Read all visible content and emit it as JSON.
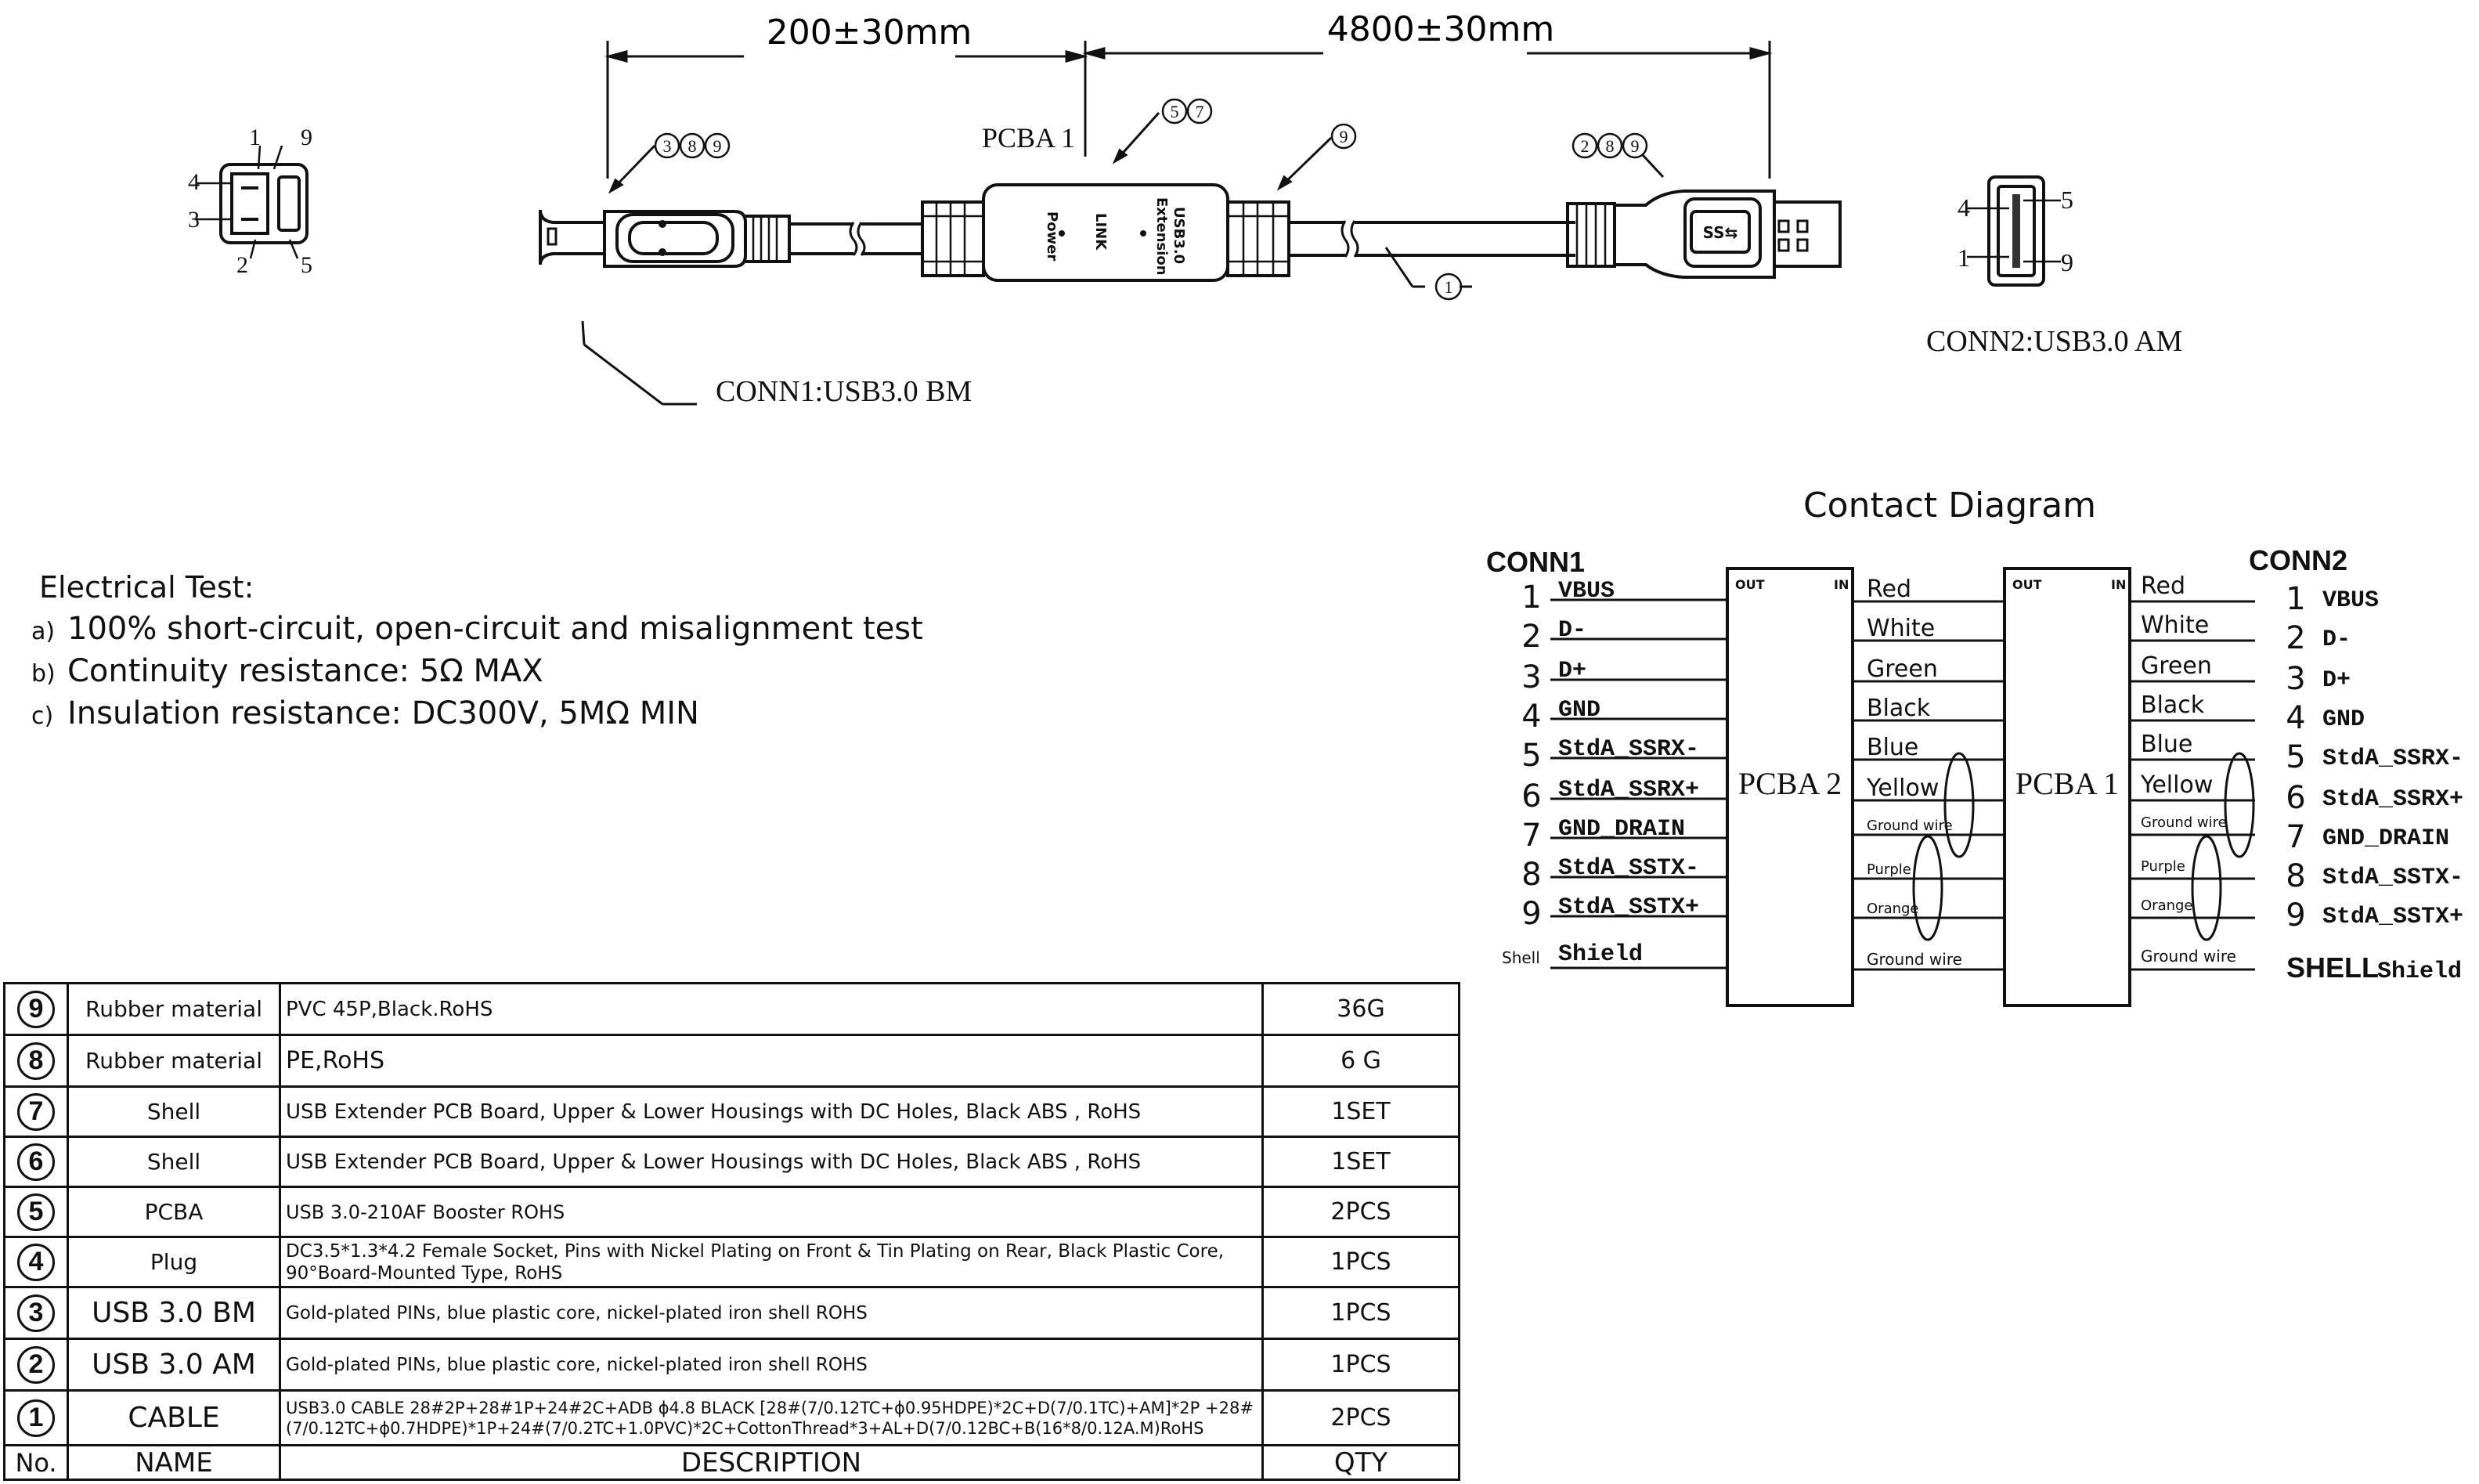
{
  "dimensions": {
    "length_1": "200±30mm",
    "length_2": "4800±30mm"
  },
  "cable_drawing": {
    "pcba_label": "PCBA 1",
    "box_text": [
      "USB3.0",
      "Extension",
      "LINK",
      "Power"
    ],
    "callouts": {
      "conn1_end": [
        "3",
        "8",
        "9"
      ],
      "pcba": [
        "5",
        "7"
      ],
      "boot": [
        "9"
      ],
      "conn2_end": [
        "2",
        "8",
        "9"
      ],
      "cable": [
        "1"
      ]
    },
    "conn1_label": "CONN1:USB3.0 BM",
    "conn2_label": "CONN2:USB3.0 AM",
    "bm_pins": [
      "1",
      "9",
      "4",
      "3",
      "2",
      "5"
    ],
    "am_pins": [
      "4",
      "5",
      "1",
      "9"
    ]
  },
  "electrical_test": {
    "title": "Electrical Test:",
    "items": [
      {
        "letter": "a)",
        "text": "100% short-circuit, open-circuit and misalignment test"
      },
      {
        "letter": "b)",
        "text": "Continuity resistance: 5Ω MAX"
      },
      {
        "letter": "c)",
        "text": "Insulation resistance: DC300V, 5MΩ MIN"
      }
    ]
  },
  "contact_diagram": {
    "title": "Contact Diagram",
    "conn1": "CONN1",
    "conn2": "CONN2",
    "pcba2": "PCBA 2",
    "pcba1": "PCBA 1",
    "out_label": "OUT",
    "in_label": "IN",
    "left_pins": [
      {
        "num": "1",
        "name": "VBUS"
      },
      {
        "num": "2",
        "name": "D-"
      },
      {
        "num": "3",
        "name": "D+"
      },
      {
        "num": "4",
        "name": "GND"
      },
      {
        "num": "5",
        "name": "StdA_SSRX-"
      },
      {
        "num": "6",
        "name": "StdA_SSRX+"
      },
      {
        "num": "7",
        "name": "GND_DRAIN"
      },
      {
        "num": "8",
        "name": "StdA_SSTX-"
      },
      {
        "num": "9",
        "name": "StdA_SSTX+"
      }
    ],
    "left_shell": {
      "label": "Shell",
      "name": "Shield"
    },
    "wire_colors": [
      "Red",
      "White",
      "Green",
      "Black",
      "Blue",
      "Yellow",
      "Ground wire",
      "Purple",
      "Orange",
      "Ground wire"
    ],
    "right_pins": [
      {
        "num": "1",
        "name": "VBUS"
      },
      {
        "num": "2",
        "name": "D-"
      },
      {
        "num": "3",
        "name": "D+"
      },
      {
        "num": "4",
        "name": "GND"
      },
      {
        "num": "5",
        "name": "StdA_SSRX-"
      },
      {
        "num": "6",
        "name": "StdA_SSRX+"
      },
      {
        "num": "7",
        "name": "GND_DRAIN"
      },
      {
        "num": "8",
        "name": "StdA_SSTX-"
      },
      {
        "num": "9",
        "name": "StdA_SSTX+"
      }
    ],
    "right_shell": {
      "label": "SHELL",
      "name": "Shield"
    }
  },
  "bom": {
    "rows": [
      {
        "no": "9",
        "name": "Rubber material",
        "desc": "PVC 45P,Black.RoHS",
        "qty": "36G"
      },
      {
        "no": "8",
        "name": "Rubber material",
        "desc": "PE,RoHS",
        "qty": "6 G"
      },
      {
        "no": "7",
        "name": "Shell",
        "desc": "USB Extender PCB Board, Upper & Lower Housings with DC Holes, Black ABS , RoHS",
        "qty": "1SET"
      },
      {
        "no": "6",
        "name": "Shell",
        "desc": "USB Extender PCB Board, Upper & Lower Housings with DC Holes, Black ABS , RoHS",
        "qty": "1SET"
      },
      {
        "no": "5",
        "name": "PCBA",
        "desc": "USB 3.0-210AF Booster ROHS",
        "qty": "2PCS"
      },
      {
        "no": "4",
        "name": "Plug",
        "desc": "DC3.5*1.3*4.2 Female Socket, Pins with Nickel Plating on Front & Tin Plating on Rear, Black Plastic Core, 90°Board-Mounted Type, RoHS",
        "qty": "1PCS"
      },
      {
        "no": "3",
        "name": "USB 3.0 BM",
        "desc": "Gold-plated PINs, blue plastic core, nickel-plated iron shell ROHS",
        "qty": "1PCS"
      },
      {
        "no": "2",
        "name": "USB 3.0 AM",
        "desc": "Gold-plated PINs, blue plastic core, nickel-plated iron shell ROHS",
        "qty": "1PCS"
      },
      {
        "no": "1",
        "name": "CABLE",
        "desc": "USB3.0 CABLE 28#2P+28#1P+24#2C+ADB ϕ4.8 BLACK [28#(7/0.12TC+ϕ0.95HDPE)*2C+D(7/0.1TC)+AM]*2P +28#(7/0.12TC+ϕ0.7HDPE)*1P+24#(7/0.2TC+1.0PVC)*2C+CottonThread*3+AL+D(7/0.12BC+B(16*8/0.12A.M)RoHS",
        "qty": "2PCS"
      }
    ],
    "header": {
      "no": "No.",
      "name": "NAME",
      "desc": "DESCRIPTION",
      "qty": "QTY"
    }
  }
}
